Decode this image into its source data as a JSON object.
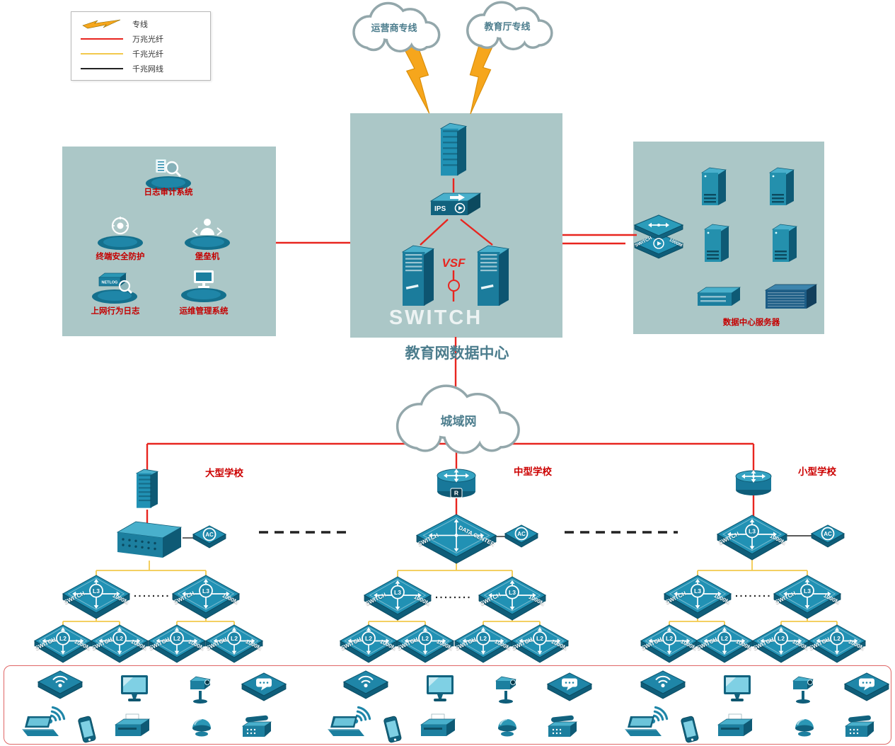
{
  "legend": {
    "items": [
      {
        "label": "专线"
      },
      {
        "label": "万兆光纤"
      },
      {
        "label": "千兆光纤"
      },
      {
        "label": "千兆网线"
      }
    ]
  },
  "clouds": {
    "operator": "运营商专线",
    "education": "教育厅专线",
    "man": "城域网"
  },
  "datacenter": {
    "title": "教育网数据中心",
    "watermark": "SWITCH"
  },
  "security_zone": {
    "items": [
      {
        "label": "日志审计系统"
      },
      {
        "label": "终端安全防护"
      },
      {
        "label": "堡垒机"
      },
      {
        "label": "上网行为日志"
      },
      {
        "label": "运维管理系统"
      }
    ]
  },
  "server_zone": {
    "label": "数据中心服务器"
  },
  "schools": [
    {
      "name": "大型学校"
    },
    {
      "name": "中型学校"
    },
    {
      "name": "小型学校"
    }
  ],
  "labels": {
    "switch": "SWITCH",
    "m1000": "1000M",
    "data_center": "DATA CENTER",
    "l3": "L3",
    "l2": "L2",
    "ac": "AC",
    "r": "R",
    "vsf": "VSF",
    "ips": "IPS",
    "netlog": "NETLOG"
  },
  "colors": {
    "red_line": "#e8251f",
    "yellow_line": "#f2c94c",
    "black_line": "#222222",
    "zone_bg": "#abc7c7",
    "device_teal": "#1f86a8",
    "bolt_orange": "#f6a61c",
    "label_red": "#cc1111",
    "title_teal": "#4c7d8d"
  }
}
